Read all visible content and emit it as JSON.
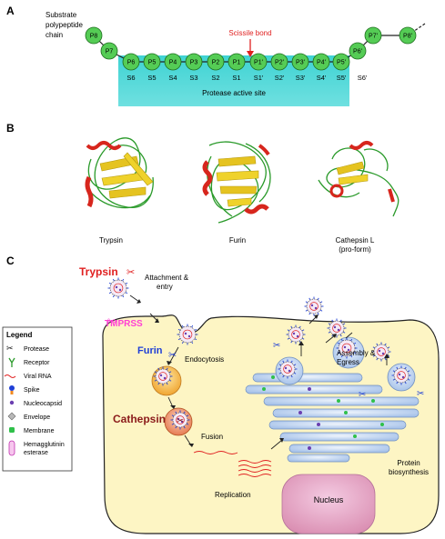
{
  "panelA": {
    "label": "A",
    "substrate_label_1": "Substrate",
    "substrate_label_2": "polypeptide",
    "substrate_label_3": "chain",
    "scissile_label": "Scissile bond",
    "active_site_label": "Protease active site",
    "p_beads": [
      "P8",
      "P7",
      "P6",
      "P5",
      "P4",
      "P3",
      "P2",
      "P1",
      "P1'",
      "P2'",
      "P3'",
      "P4'",
      "P5'",
      "P6'",
      "P7'",
      "P8'"
    ],
    "s_sites": [
      "S6",
      "S5",
      "S4",
      "S3",
      "S2",
      "S1",
      "S1'",
      "S2'",
      "S3'",
      "S4'",
      "S5'",
      "S6'"
    ],
    "colors": {
      "bead": "#55cc55",
      "active_site": "#4fd6d6",
      "scissile": "#e02020"
    }
  },
  "panelB": {
    "label": "B",
    "structures": [
      {
        "name": "Trypsin",
        "sub": ""
      },
      {
        "name": "Furin",
        "sub": ""
      },
      {
        "name": "Cathepsin L",
        "sub": "(pro-form)"
      }
    ]
  },
  "panelC": {
    "label": "C",
    "proteases": {
      "trypsin": {
        "label": "Trypsin",
        "color": "#e02020"
      },
      "tmprss": {
        "label": "TMPRSS",
        "color": "#ff3fd4"
      },
      "furin": {
        "label": "Furin",
        "color": "#1f3fd6"
      },
      "cathepsin": {
        "label": "Cathepsin",
        "color": "#8b1a1a"
      }
    },
    "steps": {
      "attachment_1": "Attachment &",
      "attachment_2": "entry",
      "endocytosis": "Endocytosis",
      "fusion": "Fusion",
      "replication": "Replication",
      "nucleus": "Nucleus",
      "protein_1": "Protein",
      "protein_2": "biosynthesis",
      "assembly_1": "Assembly &",
      "assembly_2": "Egress"
    },
    "legend": {
      "title": "Legend",
      "items": [
        "Protease",
        "Receptor",
        "Viral RNA",
        "Spike",
        "Nucleocapsid",
        "Envelope",
        "Membrane",
        "Hemagglutinin",
        "esterase"
      ]
    },
    "colors": {
      "cell": "#fdf5c4",
      "nucleus": "#e7a3c2",
      "er": "#bcd4f0",
      "endosome": "#f4b24a"
    }
  }
}
